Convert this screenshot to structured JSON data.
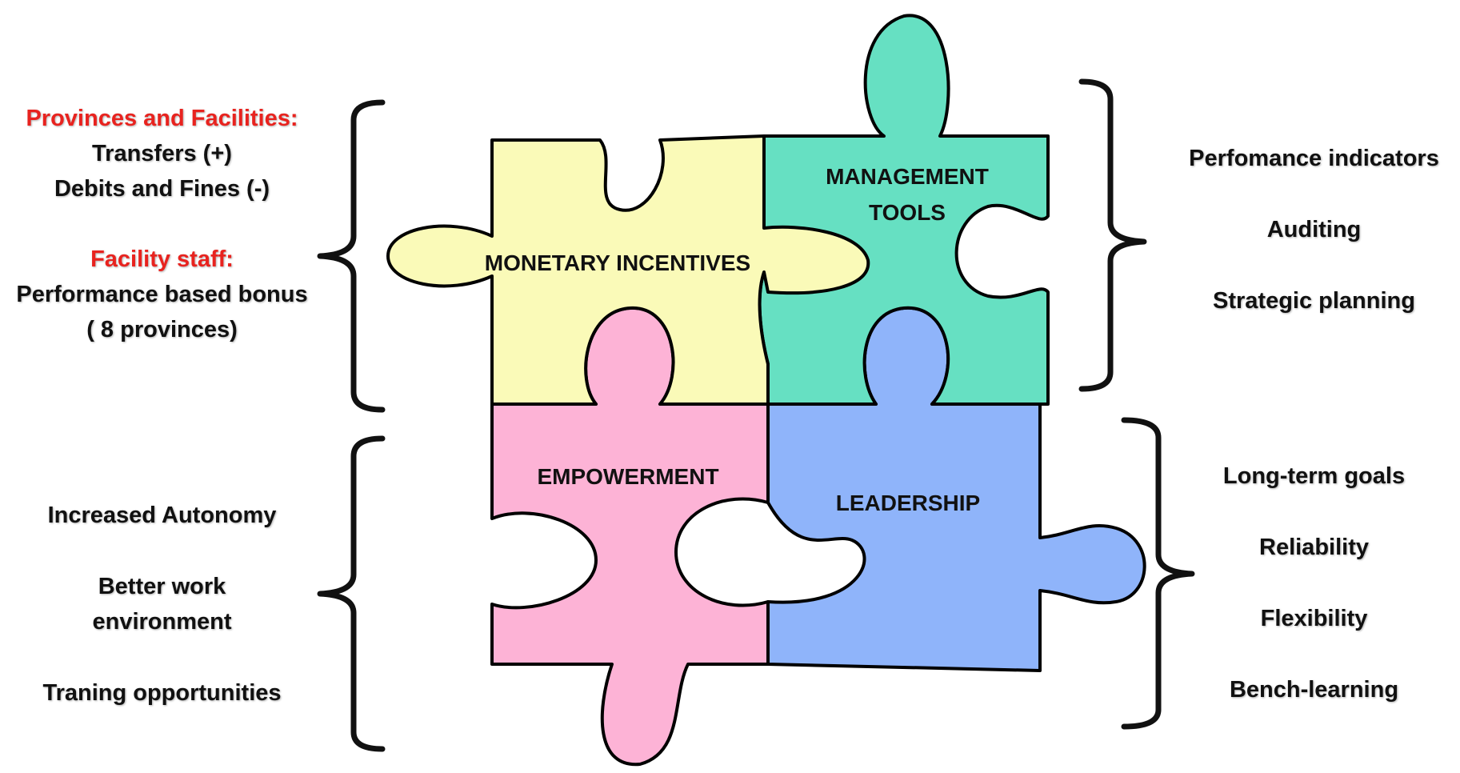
{
  "colors": {
    "monetary": "#fafab8",
    "management": "#66e0c2",
    "empowerment": "#fdb3d6",
    "leadership": "#8fb4fa",
    "highlight": "#e8231f"
  },
  "pieces": {
    "monetary_incentives": "MONETARY INCENTIVES",
    "management_tools_line1": "MANAGEMENT",
    "management_tools_line2": "TOOLS",
    "empowerment": "EMPOWERMENT",
    "leadership": "LEADERSHIP"
  },
  "left_top": {
    "heading_1": "Provinces and Facilities:",
    "item_1": "Transfers (+)",
    "item_2": "Debits and Fines (-)",
    "heading_2": "Facility staff:",
    "item_3": "Performance based bonus",
    "item_4": "( 8 provinces)"
  },
  "left_bottom": {
    "item_1": "Increased Autonomy",
    "item_2_line1": "Better work",
    "item_2_line2": "environment",
    "item_3": "Traning opportunities"
  },
  "right_top": {
    "item_1": "Perfomance indicators",
    "item_2": "Auditing",
    "item_3": "Strategic planning"
  },
  "right_bottom": {
    "item_1": "Long-term goals",
    "item_2": "Reliability",
    "item_3": "Flexibility",
    "item_4": "Bench-learning"
  }
}
